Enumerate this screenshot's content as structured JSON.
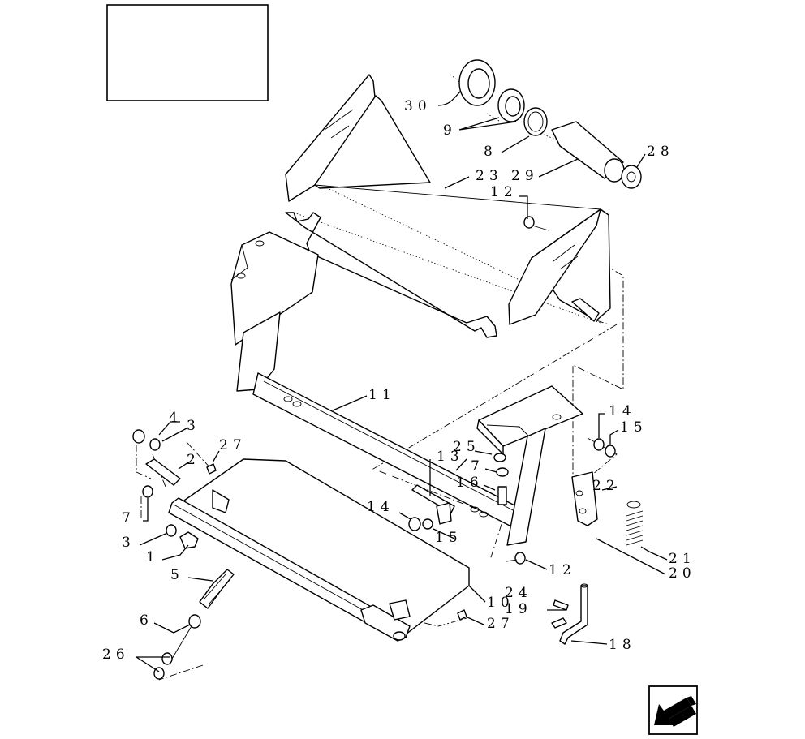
{
  "diagram": {
    "callouts": {
      "c30": "30",
      "c9a": "9",
      "c8": "8",
      "c23": "23",
      "c29": "29",
      "c28": "28",
      "c12a": "12",
      "c11": "11",
      "c14a": "14",
      "c15a": "15",
      "c25": "25",
      "c13": "13",
      "c7a": "7",
      "c16": "16",
      "c22": "22",
      "c4": "4",
      "c3a": "3",
      "c27a": "27",
      "c2": "2",
      "c7b": "7",
      "c14b": "14",
      "c15b": "15",
      "c3b": "3",
      "c1": "1",
      "c21": "21",
      "c20": "20",
      "c12b": "12",
      "c5": "5",
      "c10": "10",
      "c24": "24",
      "c19": "19",
      "c6": "6",
      "c27b": "27",
      "c18": "18",
      "c26": "26"
    },
    "nav_arrow_icon": "arrow-down-left-icon"
  }
}
